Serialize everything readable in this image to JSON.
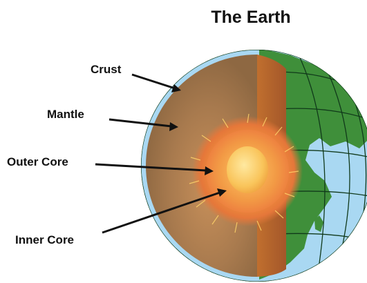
{
  "title": "The Earth",
  "labels": {
    "crust": "Crust",
    "mantle": "Mantle",
    "outer_core": "Outer Core",
    "inner_core": "Inner Core"
  },
  "colors": {
    "crust": "#2e6b2a",
    "mantle": "#a57a4d",
    "outer_core": "#f08a3a",
    "inner_core": "#f7c65a",
    "ocean": "#a9d8f2",
    "land": "#3f8f3a"
  }
}
